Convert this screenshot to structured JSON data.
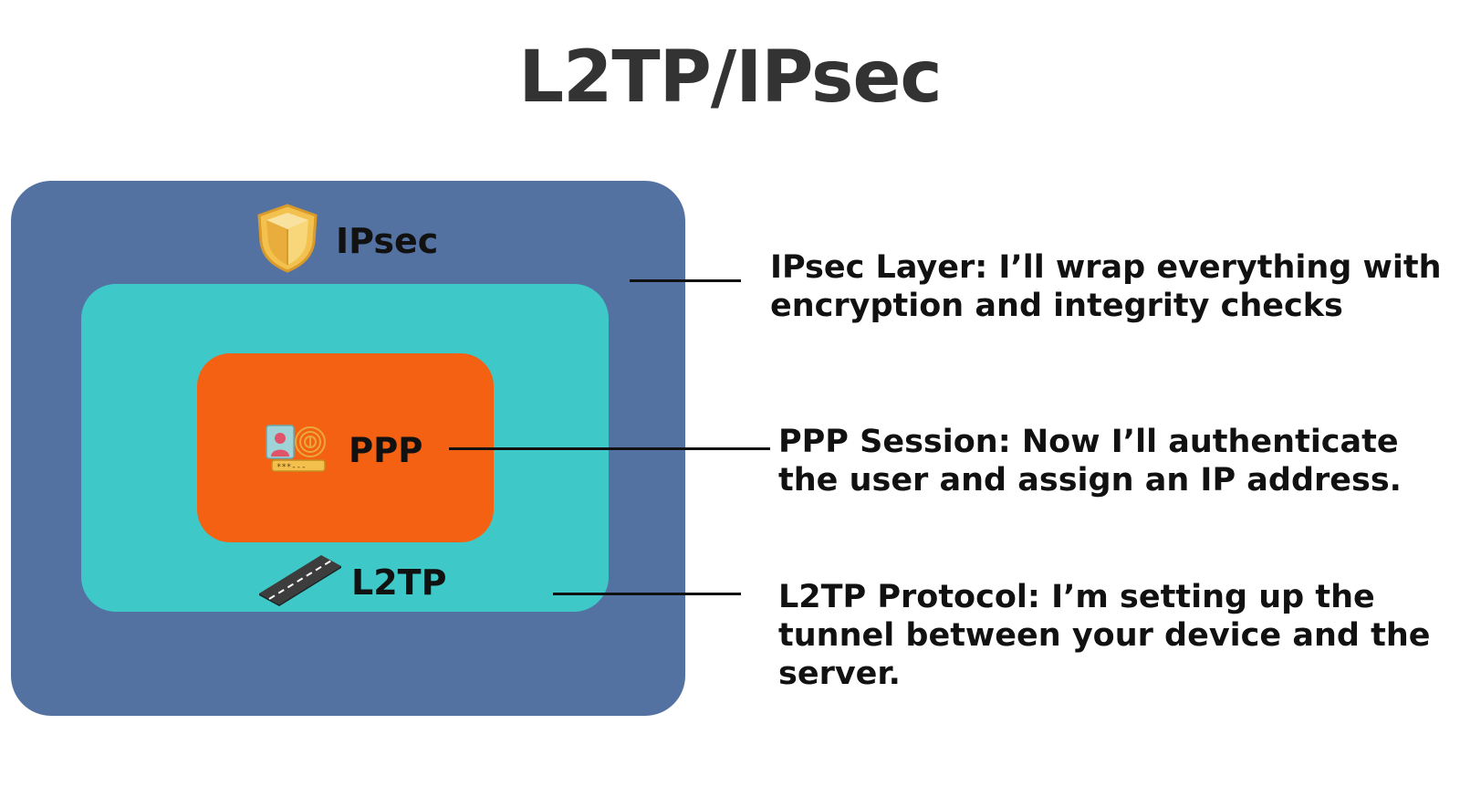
{
  "title": "L2TP/IPsec",
  "layers": {
    "ipsec": {
      "label": "IPsec",
      "icon": "shield-icon",
      "color": "#5372a2"
    },
    "l2tp": {
      "label": "L2TP",
      "icon": "road-icon",
      "color": "#3ec9c8"
    },
    "ppp": {
      "label": "PPP",
      "icon": "id-fingerprint-icon",
      "color": "#f56113"
    }
  },
  "descriptions": {
    "ipsec": [
      "IPsec Layer: I’ll wrap everything with",
      "encryption and integrity checks"
    ],
    "ppp": [
      "PPP Session: Now I’ll authenticate",
      "the user and assign an IP address."
    ],
    "l2tp": [
      "L2TP Protocol: I’m setting up the",
      "tunnel between your device and the",
      "server."
    ]
  }
}
